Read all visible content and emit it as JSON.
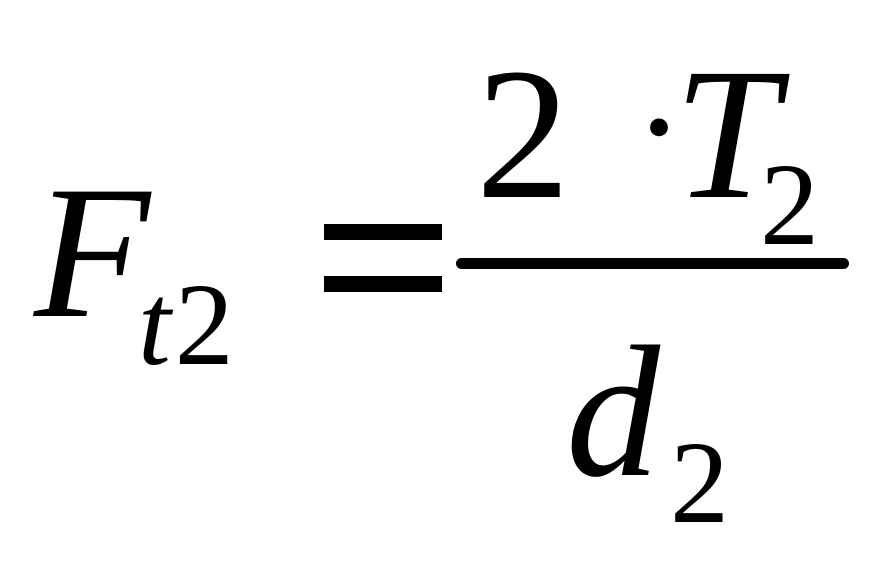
{
  "formula": {
    "lhs": {
      "symbol": "F",
      "subscript_letter": "t",
      "subscript_digit": "2"
    },
    "relation": "=",
    "numerator": {
      "coefficient": "2",
      "operator": "·",
      "symbol": "T",
      "subscript": "2"
    },
    "denominator": {
      "symbol": "d",
      "subscript": "2"
    }
  }
}
